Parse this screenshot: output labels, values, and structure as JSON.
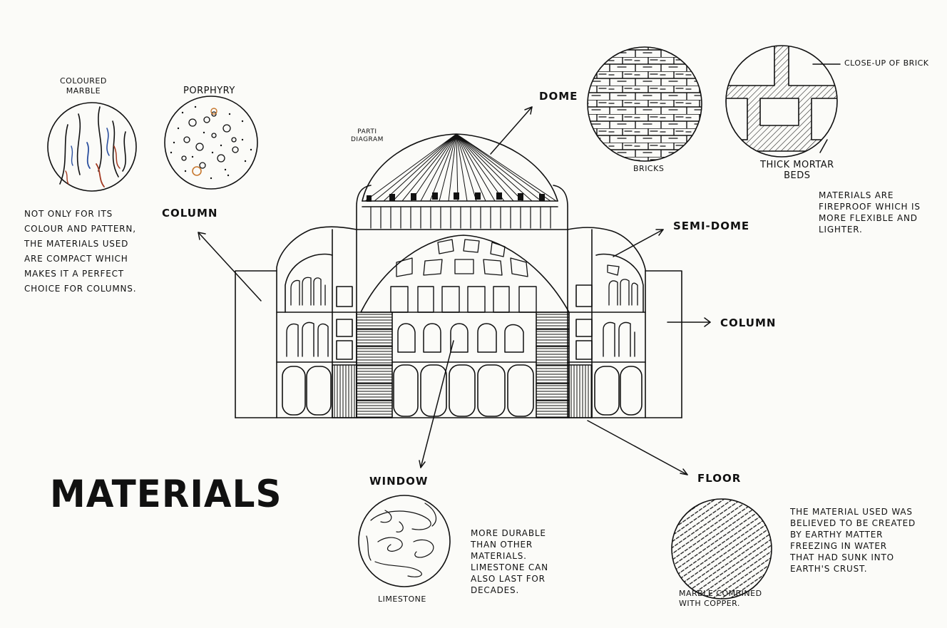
{
  "title": "MATERIALS",
  "labels": {
    "coloured_marble": [
      "COLOURED",
      "MARBLE"
    ],
    "porphyry": "PORPHYRY",
    "parti_diagram": [
      "PARTI",
      "DIAGRAM"
    ],
    "dome": "DOME",
    "bricks": "BRICKS",
    "close_up_of_brick": "CLOSE-UP OF BRICK",
    "thick_mortar_beds": [
      "THICK MORTAR",
      "BEDS"
    ],
    "semi_dome": "SEMI-DOME",
    "column_left": "COLUMN",
    "column_right": "COLUMN",
    "window": "WINDOW",
    "limestone": "LIMESTONE",
    "floor": "FLOOR",
    "marble_combined": [
      "MARBLE COMBINED",
      "WITH COPPER."
    ]
  },
  "notes": {
    "columns": [
      "NOT ONLY FOR ITS",
      "COLOUR AND PATTERN,",
      "THE MATERIALS USED",
      "ARE COMPACT WHICH",
      "MAKES IT A PERFECT",
      "CHOICE FOR COLUMNS."
    ],
    "bricks": [
      "MATERIALS ARE",
      "FIREPROOF WHICH IS",
      "MORE FLEXIBLE AND",
      "LIGHTER."
    ],
    "limestone": [
      "MORE DURABLE",
      "THAN OTHER",
      "MATERIALS.",
      "LIMESTONE CAN",
      "ALSO LAST FOR",
      "DECADES."
    ],
    "floor": [
      "THE MATERIAL USED WAS",
      "BELIEVED TO BE CREATED",
      "BY EARTHY MATTER",
      "FREEZING IN WATER",
      "THAT HAD SUNK INTO",
      "EARTH'S CRUST."
    ]
  },
  "colors": {
    "ink": "#111111",
    "paper": "#fbfbf8",
    "marble_blue": "#2b4f9e",
    "marble_red": "#a33a22",
    "porphyry_orange": "#c7782f"
  }
}
